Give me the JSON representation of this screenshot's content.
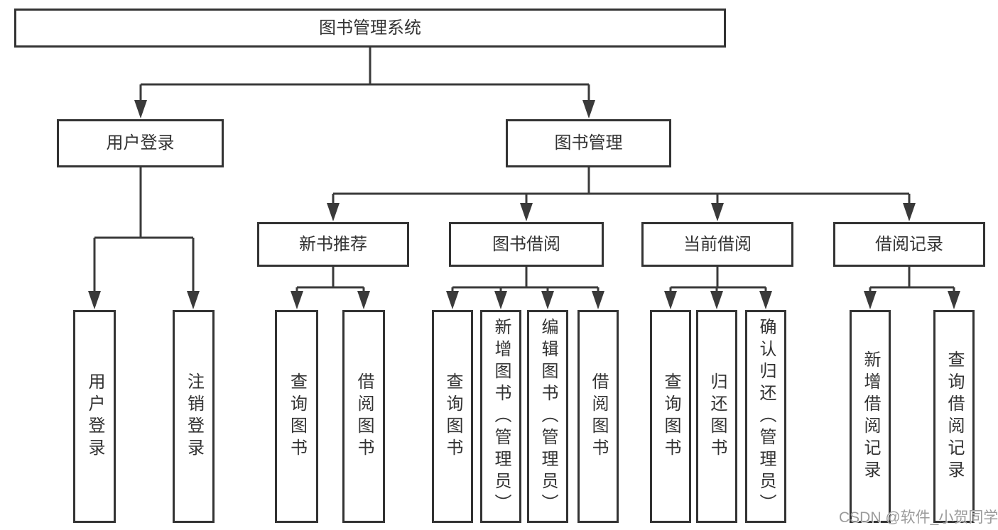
{
  "colors": {
    "line": "#3a3a3a",
    "border": "#333333",
    "fill": "#ffffff",
    "text": "#333333",
    "watermark": "#9b9b9b",
    "background": "#ffffff"
  },
  "tree": {
    "label": "图书管理系统",
    "children": [
      {
        "label": "用户登录",
        "children": [
          {
            "label": "用户登录"
          },
          {
            "label": "注销登录"
          }
        ]
      },
      {
        "label": "图书管理",
        "children": [
          {
            "label": "新书推荐",
            "children": [
              {
                "label": "查询图书"
              },
              {
                "label": "借阅图书"
              }
            ]
          },
          {
            "label": "图书借阅",
            "children": [
              {
                "label": "查询图书"
              },
              {
                "label": "新增图书（管理员）"
              },
              {
                "label": "编辑图书（管理员）"
              },
              {
                "label": "借阅图书"
              }
            ]
          },
          {
            "label": "当前借阅",
            "children": [
              {
                "label": "查询图书"
              },
              {
                "label": "归还图书"
              },
              {
                "label": "确认归还（管理员）"
              }
            ]
          },
          {
            "label": "借阅记录",
            "children": [
              {
                "label": "新增借阅记录"
              },
              {
                "label": "查询借阅记录"
              }
            ]
          }
        ]
      }
    ]
  },
  "watermark": {
    "text": "CSDN @软件_小贺同学"
  }
}
